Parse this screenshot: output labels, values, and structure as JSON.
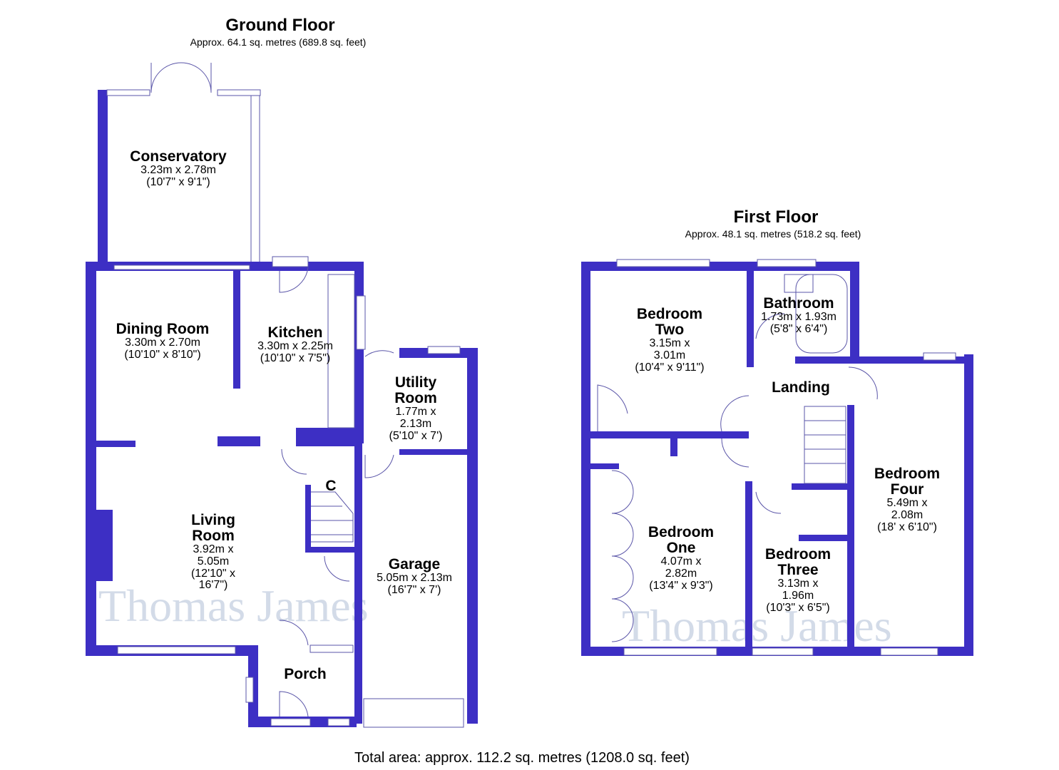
{
  "ground_floor": {
    "title": "Ground Floor",
    "area": "Approx. 64.1 sq. metres (689.8 sq. feet)",
    "rooms": {
      "conservatory": {
        "name": "Conservatory",
        "metric": "3.23m x 2.78m",
        "imperial": "(10'7\" x 9'1\")"
      },
      "dining": {
        "name": "Dining Room",
        "metric": "3.30m x 2.70m",
        "imperial": "(10'10\" x 8'10\")"
      },
      "kitchen": {
        "name": "Kitchen",
        "metric": "3.30m x 2.25m",
        "imperial": "(10'10\" x 7'5\")"
      },
      "utility": {
        "name": "Utility Room",
        "metric": "1.77m x 2.13m",
        "imperial": "(5'10\" x 7')"
      },
      "living": {
        "name": "Living Room",
        "metric": "3.92m x 5.05m",
        "imperial": "(12'10\" x 16'7\")"
      },
      "garage": {
        "name": "Garage",
        "metric": "5.05m x 2.13m",
        "imperial": "(16'7\" x 7')"
      },
      "porch": {
        "name": "Porch"
      },
      "cupboard": {
        "name": "C"
      }
    }
  },
  "first_floor": {
    "title": "First Floor",
    "area": "Approx. 48.1 sq. metres (518.2 sq. feet)",
    "rooms": {
      "bedroom_two": {
        "name": "Bedroom Two",
        "metric": "3.15m x 3.01m",
        "imperial": "(10'4\" x 9'11\")"
      },
      "bathroom": {
        "name": "Bathroom",
        "metric": "1.73m x 1.93m",
        "imperial": "(5'8\" x 6'4\")"
      },
      "landing": {
        "name": "Landing"
      },
      "bedroom_one": {
        "name": "Bedroom One",
        "metric": "4.07m x 2.82m",
        "imperial": "(13'4\" x 9'3\")"
      },
      "bedroom_three": {
        "name": "Bedroom Three",
        "metric": "3.13m x 1.96m",
        "imperial": "(10'3\" x 6'5\")"
      },
      "bedroom_four": {
        "name": "Bedroom Four",
        "metric": "5.49m x 2.08m",
        "imperial": "(18' x 6'10\")"
      }
    }
  },
  "total_area": "Total area: approx. 112.2 sq. metres (1208.0 sq. feet)",
  "watermark": "Thomas James",
  "colors": {
    "wall": "#3d2fc4"
  }
}
